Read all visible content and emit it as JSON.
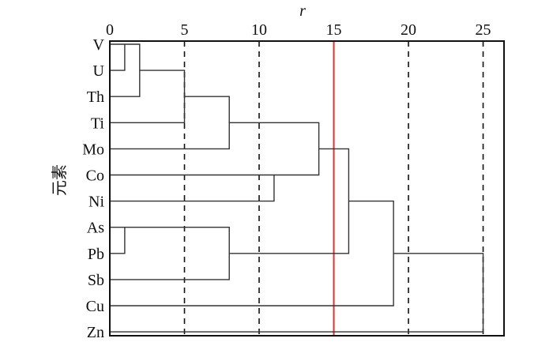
{
  "chart_data": {
    "type": "dendrogram",
    "title": "",
    "xlabel": "r",
    "ylabel": "元素",
    "xlim": [
      0,
      26.4
    ],
    "xticks": [
      0,
      5,
      10,
      15,
      20,
      25
    ],
    "xtick_labels": [
      "0",
      "5",
      "10",
      "15",
      "20",
      "25"
    ],
    "dashed_reference_lines": [
      5,
      10,
      20,
      25
    ],
    "threshold_line": 15,
    "threshold_color": "#e8322e",
    "leaves": [
      "V",
      "U",
      "Th",
      "Ti",
      "Mo",
      "Co",
      "Ni",
      "As",
      "Pb",
      "Sb",
      "Cu",
      "Zn"
    ],
    "merges": [
      {
        "id": 12,
        "left": 0,
        "right": 1,
        "distance": 1,
        "row": 0
      },
      {
        "id": 13,
        "left": 12,
        "right": 2,
        "distance": 2,
        "row": 1
      },
      {
        "id": 14,
        "left": 13,
        "right": 3,
        "distance": 5,
        "row": 2
      },
      {
        "id": 15,
        "left": 14,
        "right": 4,
        "distance": 8,
        "row": 3
      },
      {
        "id": 16,
        "left": 5,
        "right": 6,
        "distance": 11,
        "row": 5
      },
      {
        "id": 17,
        "left": 15,
        "right": 16,
        "distance": 14,
        "row": 4
      },
      {
        "id": 18,
        "left": 7,
        "right": 8,
        "distance": 1,
        "row": 7
      },
      {
        "id": 19,
        "left": 18,
        "right": 9,
        "distance": 8,
        "row": 8
      },
      {
        "id": 20,
        "left": 17,
        "right": 19,
        "distance": 16,
        "row": 6
      },
      {
        "id": 21,
        "left": 20,
        "right": 10,
        "distance": 19,
        "row": 8
      },
      {
        "id": 22,
        "left": 21,
        "right": 11,
        "distance": 25,
        "row": 8
      }
    ]
  }
}
